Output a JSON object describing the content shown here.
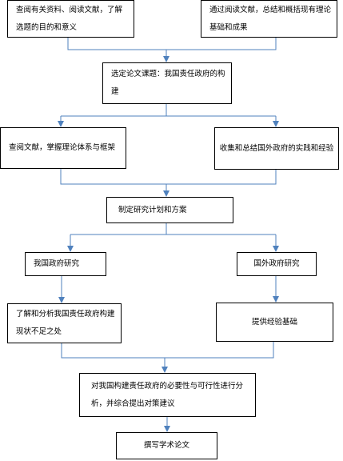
{
  "boxes": {
    "top_left": "查阅有关资料、阅读文献，了解选题的目的和意义",
    "top_right": "通过阅读文献，总结和概括现有理论基础和成果",
    "topic": "选定论文课题：我国责任政府的构建",
    "theory": "查阅文献，掌握理论体系与框架",
    "foreign_exp": "收集和总结国外政府的实践和经验",
    "plan": "制定研究计划和方案",
    "domestic_research": "我国政府研究",
    "foreign_research": "国外政府研究",
    "analyze": "了解和分析我国责任政府构建现状不足之处",
    "basis": "提供经验基础",
    "necessity": "对我国构建责任政府的必要性与可行性进行分析，并综合提出对策建议",
    "write": "撰写学术论文"
  },
  "colors": {
    "arrow": "#4f81bd",
    "border": "#000000"
  }
}
